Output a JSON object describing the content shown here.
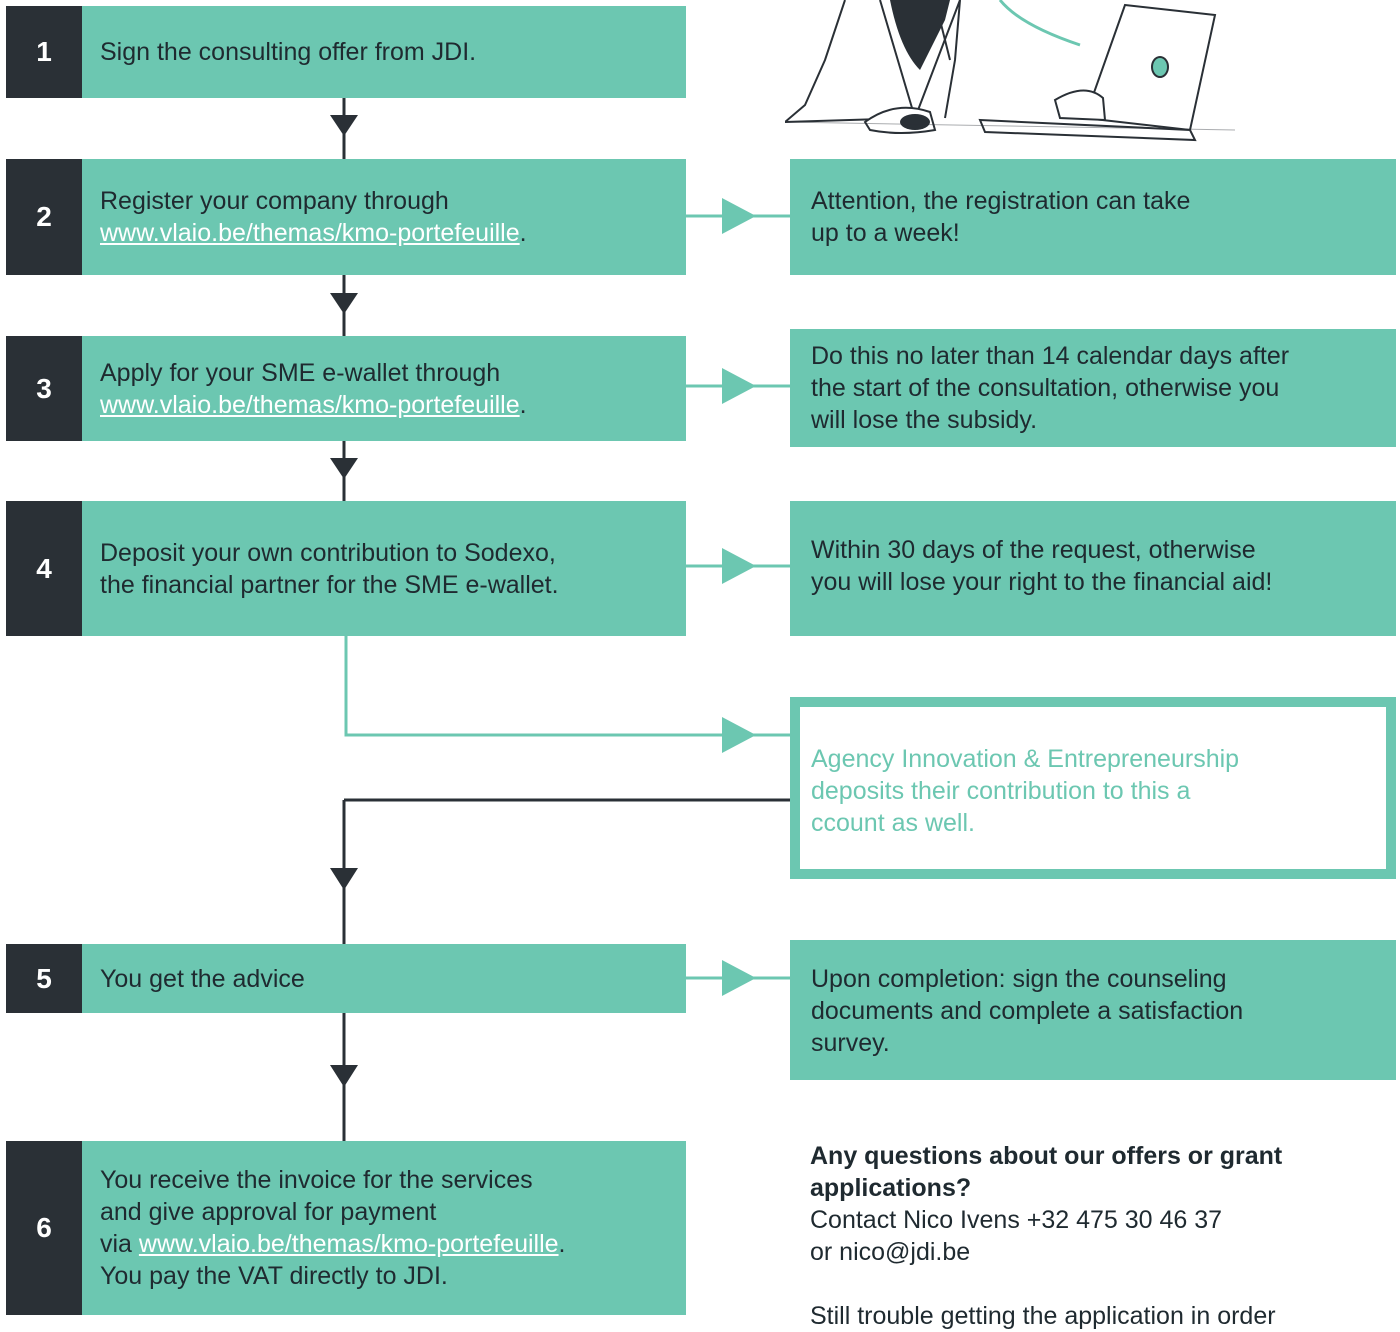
{
  "steps": [
    {
      "num": "1",
      "lines": [
        "Sign the consulting offer from JDI."
      ],
      "link": ""
    },
    {
      "num": "2",
      "lines": [
        "Register your company through"
      ],
      "link": "www.vlaio.be/themas/kmo-portefeuille",
      "link_suffix": "."
    },
    {
      "num": "3",
      "lines": [
        "Apply for your SME e-wallet through"
      ],
      "link": "www.vlaio.be/themas/kmo-portefeuille",
      "link_suffix": "."
    },
    {
      "num": "4",
      "lines": [
        "Deposit your own contribution to Sodexo,",
        "the financial partner for the SME e-wallet."
      ],
      "link": ""
    },
    {
      "num": "5",
      "lines": [
        "You get the advice"
      ],
      "link": ""
    },
    {
      "num": "6",
      "lines_before": [
        "You receive the invoice for the services",
        "and give approval for payment"
      ],
      "via_prefix": "via ",
      "link": "www.vlaio.be/themas/kmo-portefeuille",
      "link_suffix": ".",
      "lines_after": [
        "You pay the VAT directly to JDI."
      ]
    }
  ],
  "notes": [
    {
      "lines": [
        "Attention, the registration can take",
        "up to a week!"
      ]
    },
    {
      "lines": [
        "Do this no later than 14 calendar days after",
        "the start of the consultation, otherwise you",
        "will lose the subsidy."
      ]
    },
    {
      "lines": [
        "Within 30 days of the request, otherwise",
        "you will lose your right to the financial aid!"
      ]
    },
    {
      "lines": [
        "Upon completion: sign the counseling",
        "documents and complete a satisfaction",
        "survey."
      ]
    }
  ],
  "agency_note": {
    "lines": [
      "Agency Innovation & Entrepreneurship",
      "deposits their contribution to this a",
      "ccount as well."
    ]
  },
  "contact": {
    "heading_lines": [
      "Any questions about our offers or grant",
      "applications?"
    ],
    "lines": [
      "Contact Nico Ivens +32 475 30 46 37",
      "or nico@jdi.be"
    ],
    "trailing": "Still trouble getting the application in order"
  },
  "colors": {
    "teal": "#6cc7b1",
    "dark": "#2a3036"
  }
}
